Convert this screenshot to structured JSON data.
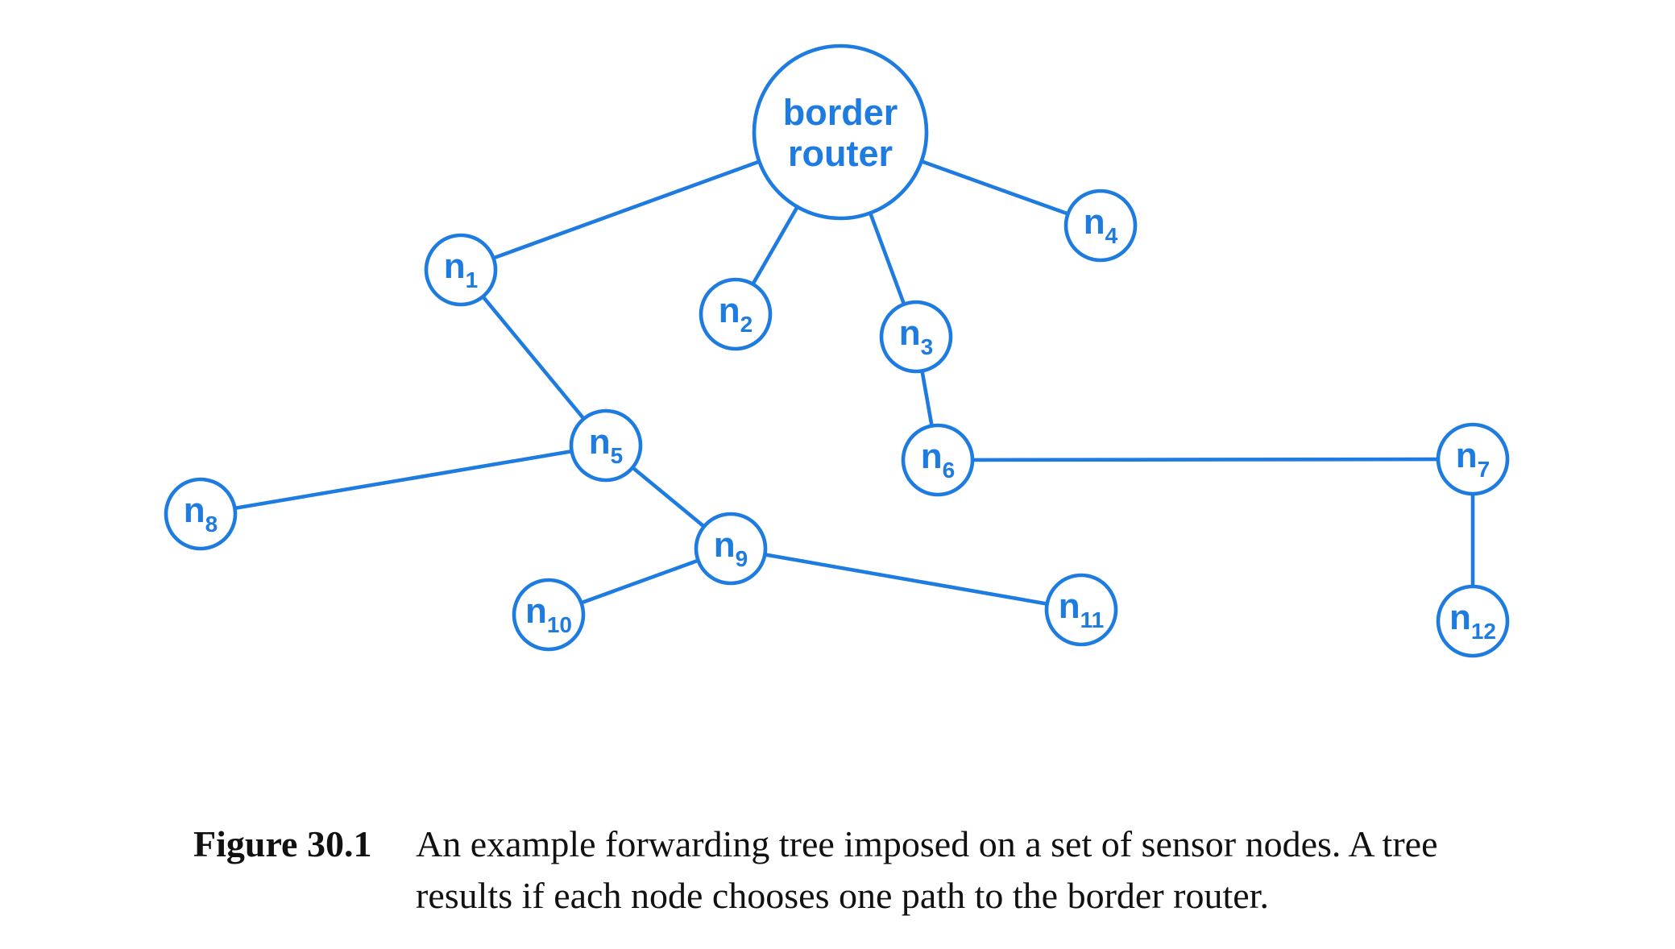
{
  "figure": {
    "root": {
      "line1": "border",
      "line2": "router"
    },
    "nodes": [
      {
        "id": "n1",
        "main": "n",
        "sub": "1"
      },
      {
        "id": "n2",
        "main": "n",
        "sub": "2"
      },
      {
        "id": "n3",
        "main": "n",
        "sub": "3"
      },
      {
        "id": "n4",
        "main": "n",
        "sub": "4"
      },
      {
        "id": "n5",
        "main": "n",
        "sub": "5"
      },
      {
        "id": "n6",
        "main": "n",
        "sub": "6"
      },
      {
        "id": "n7",
        "main": "n",
        "sub": "7"
      },
      {
        "id": "n8",
        "main": "n",
        "sub": "8"
      },
      {
        "id": "n9",
        "main": "n",
        "sub": "9"
      },
      {
        "id": "n10",
        "main": "n",
        "sub": "10"
      },
      {
        "id": "n11",
        "main": "n",
        "sub": "11"
      },
      {
        "id": "n12",
        "main": "n",
        "sub": "12"
      }
    ],
    "edges": [
      [
        "root",
        "n1"
      ],
      [
        "root",
        "n2"
      ],
      [
        "root",
        "n3"
      ],
      [
        "root",
        "n4"
      ],
      [
        "n1",
        "n5"
      ],
      [
        "n3",
        "n6"
      ],
      [
        "n6",
        "n7"
      ],
      [
        "n7",
        "n12"
      ],
      [
        "n5",
        "n8"
      ],
      [
        "n5",
        "n9"
      ],
      [
        "n9",
        "n10"
      ],
      [
        "n9",
        "n11"
      ]
    ],
    "colors": {
      "stroke": "#1e7be0",
      "text": "#1e7be0"
    }
  },
  "caption": {
    "label": "Figure 30.1",
    "text": "An example forwarding tree imposed on a set of sensor nodes. A tree results if each node chooses one path to the border router."
  }
}
